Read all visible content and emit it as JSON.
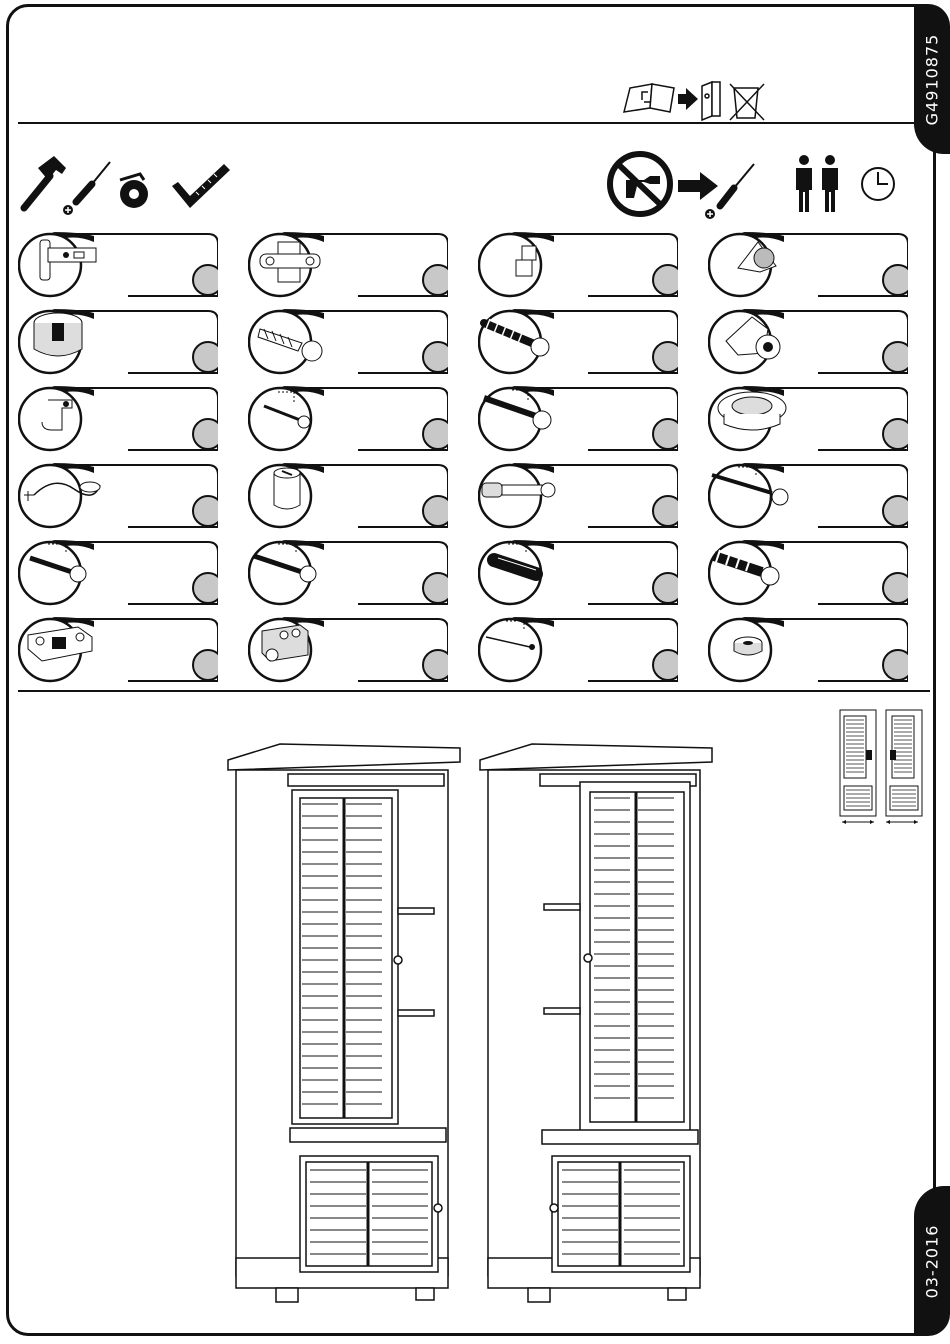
{
  "document": {
    "code": "G4910875",
    "date": "03-2016"
  },
  "header_icons": [
    "read-manual-icon",
    "arrow-right-icon",
    "binder-icon",
    "no-bin-icon"
  ],
  "tools": [
    "hammer-icon",
    "phillips-screwdriver-icon",
    "tape-measure-icon",
    "square-ruler-icon"
  ],
  "requirements": [
    "no-power-drill-icon",
    "arrow-right-icon",
    "phillips-screwdriver-icon",
    "two-persons-icon",
    "clock-icon"
  ],
  "hardware": [
    "concealed-hinge",
    "hinge-mounting-plate",
    "shelf-support-peg",
    "cabinet-knob",
    "cam-lock",
    "connecting-bolt",
    "plastic-dowel-screw",
    "cam-lock-housing",
    "shelf-bracket",
    "short-wood-screw",
    "long-wood-screw",
    "round-lamp",
    "led-cable-transformer",
    "cam-fitting",
    "threaded-bolt-dowel",
    "long-countersunk-screw",
    "medium-wood-screw",
    "wood-screw",
    "wooden-dowel",
    "wall-plug-screw",
    "mounting-block",
    "plastic-corner-connector",
    "nail",
    "rubber-washer"
  ],
  "colors": {
    "ink": "#111111",
    "badge": "#c8c8c8",
    "paper": "#ffffff"
  }
}
